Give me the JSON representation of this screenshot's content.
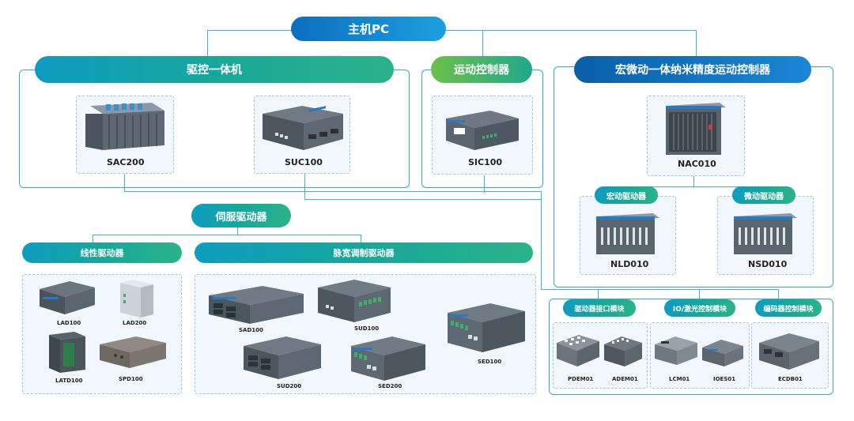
{
  "root": "主机PC",
  "groups": {
    "drive_control": "驱控一体机",
    "motion_controller": "运动控制器",
    "macro_micro": "宏微动一体纳米精度运动控制器",
    "servo_driver": "伺服驱动器",
    "linear_driver": "线性驱动器",
    "pwm_driver": "脉宽调制驱动器",
    "macro_driver": "宏动驱动器",
    "micro_driver": "微动驱动器",
    "driver_interface": "驱动器接口模块",
    "io_laser": "IO/激光控制模块",
    "encoder_ctrl": "编码器控制模块"
  },
  "products": {
    "sac200": "SAC200",
    "suc100": "SUC100",
    "sic100": "SIC100",
    "nac010": "NAC010",
    "nld010": "NLD010",
    "nsd010": "NSD010",
    "lad100": "LAD100",
    "lad200": "LAD200",
    "latd100": "LATD100",
    "spd100": "SPD100",
    "sad100": "SAD100",
    "sud100": "SUD100",
    "sud200": "SUD200",
    "sed200": "SED200",
    "sed100": "SED100",
    "pdem01": "PDEM01",
    "adem01": "ADEM01",
    "lcm01": "LCM01",
    "ioes01": "IOES01",
    "ecdb01": "ECDB01"
  },
  "colors": {
    "blue_pill": "#0c6fbf",
    "teal_pill": "#17a79a",
    "green_pill": "#6cc04a",
    "connector_line": "#43aed6",
    "panel_fill": "#f1f7fc"
  }
}
